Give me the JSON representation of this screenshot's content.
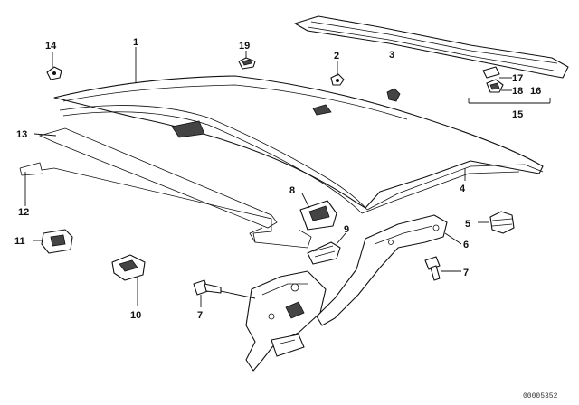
{
  "callouts": {
    "c1": "1",
    "c2": "2",
    "c3": "3",
    "c4": "4",
    "c5": "5",
    "c6": "6",
    "c7a": "7",
    "c7b": "7",
    "c8": "8",
    "c9": "9",
    "c10": "10",
    "c11": "11",
    "c12": "12",
    "c13": "13",
    "c14": "14",
    "c15": "15",
    "c16": "16",
    "c17": "17",
    "c18": "18",
    "c19": "19"
  },
  "doc_ref": "00005352"
}
